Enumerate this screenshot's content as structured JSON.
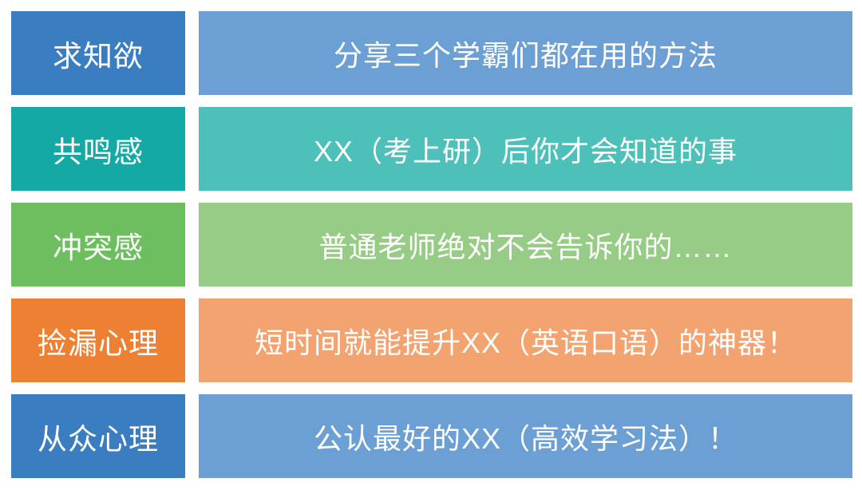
{
  "table": {
    "text_color": "#FFFFFF",
    "rows": [
      {
        "label": "求知欲",
        "title": "分享三个学霸们都在用的方法",
        "label_bg": "#3A7EC1",
        "title_bg": "#6CA0D4"
      },
      {
        "label": "共鸣感",
        "title": "XX（考上研）后你才会知道的事",
        "label_bg": "#14A9A4",
        "title_bg": "#4EC0BA"
      },
      {
        "label": "冲突感",
        "title": "普通老师绝对不会告诉你的……",
        "label_bg": "#6DBE5E",
        "title_bg": "#96CC85"
      },
      {
        "label": "捡漏心理",
        "title": "短时间就能提升XX（英语口语）的神器！",
        "label_bg": "#EE8033",
        "title_bg": "#F2A36F"
      },
      {
        "label": "从众心理",
        "title": "公认最好的XX（高效学习法）！",
        "label_bg": "#3A7EC1",
        "title_bg": "#6CA0D4"
      }
    ]
  }
}
